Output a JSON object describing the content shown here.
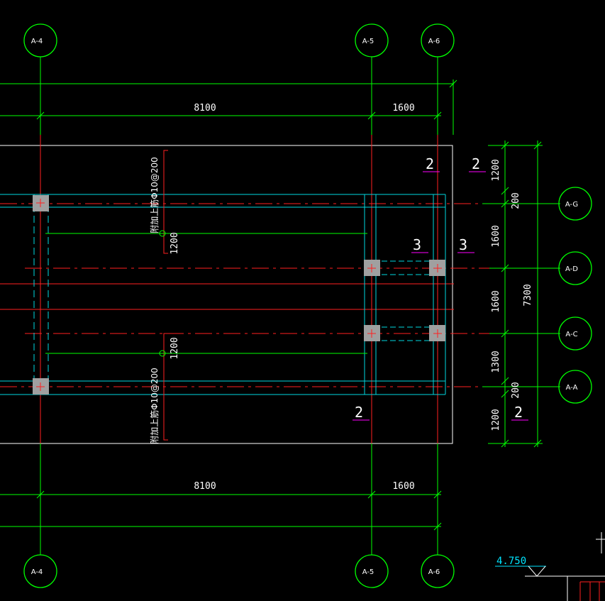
{
  "drawing": {
    "axes_top": [
      "A-4",
      "A-5",
      "A-6"
    ],
    "axes_bottom": [
      "A-4",
      "A-5",
      "A-6"
    ],
    "axes_right": [
      "A-G",
      "A-D",
      "A-C",
      "A-A"
    ],
    "dims_top": [
      "8100",
      "1600"
    ],
    "dims_bottom": [
      "8100",
      "1600"
    ],
    "dims_right_chain": [
      "1200",
      "200",
      "1600",
      "1600",
      "1300",
      "200",
      "1200"
    ],
    "dim_right_total": "7300",
    "dims_inner": [
      "1200",
      "1200"
    ],
    "section_marks": [
      "2",
      "2",
      "3",
      "3",
      "2",
      "2"
    ],
    "notes": [
      "附加上筋Φ10@200",
      "附加上筋Φ10@200"
    ],
    "level": "4.750"
  },
  "colors": {
    "grid": "#00ff00",
    "axis_line": "#ff2020",
    "beam": "#00d8e0",
    "column_fill": "#a0a0a0",
    "outline": "#ffffff",
    "level": "#00e5ff",
    "underline": "#ff00ff"
  }
}
